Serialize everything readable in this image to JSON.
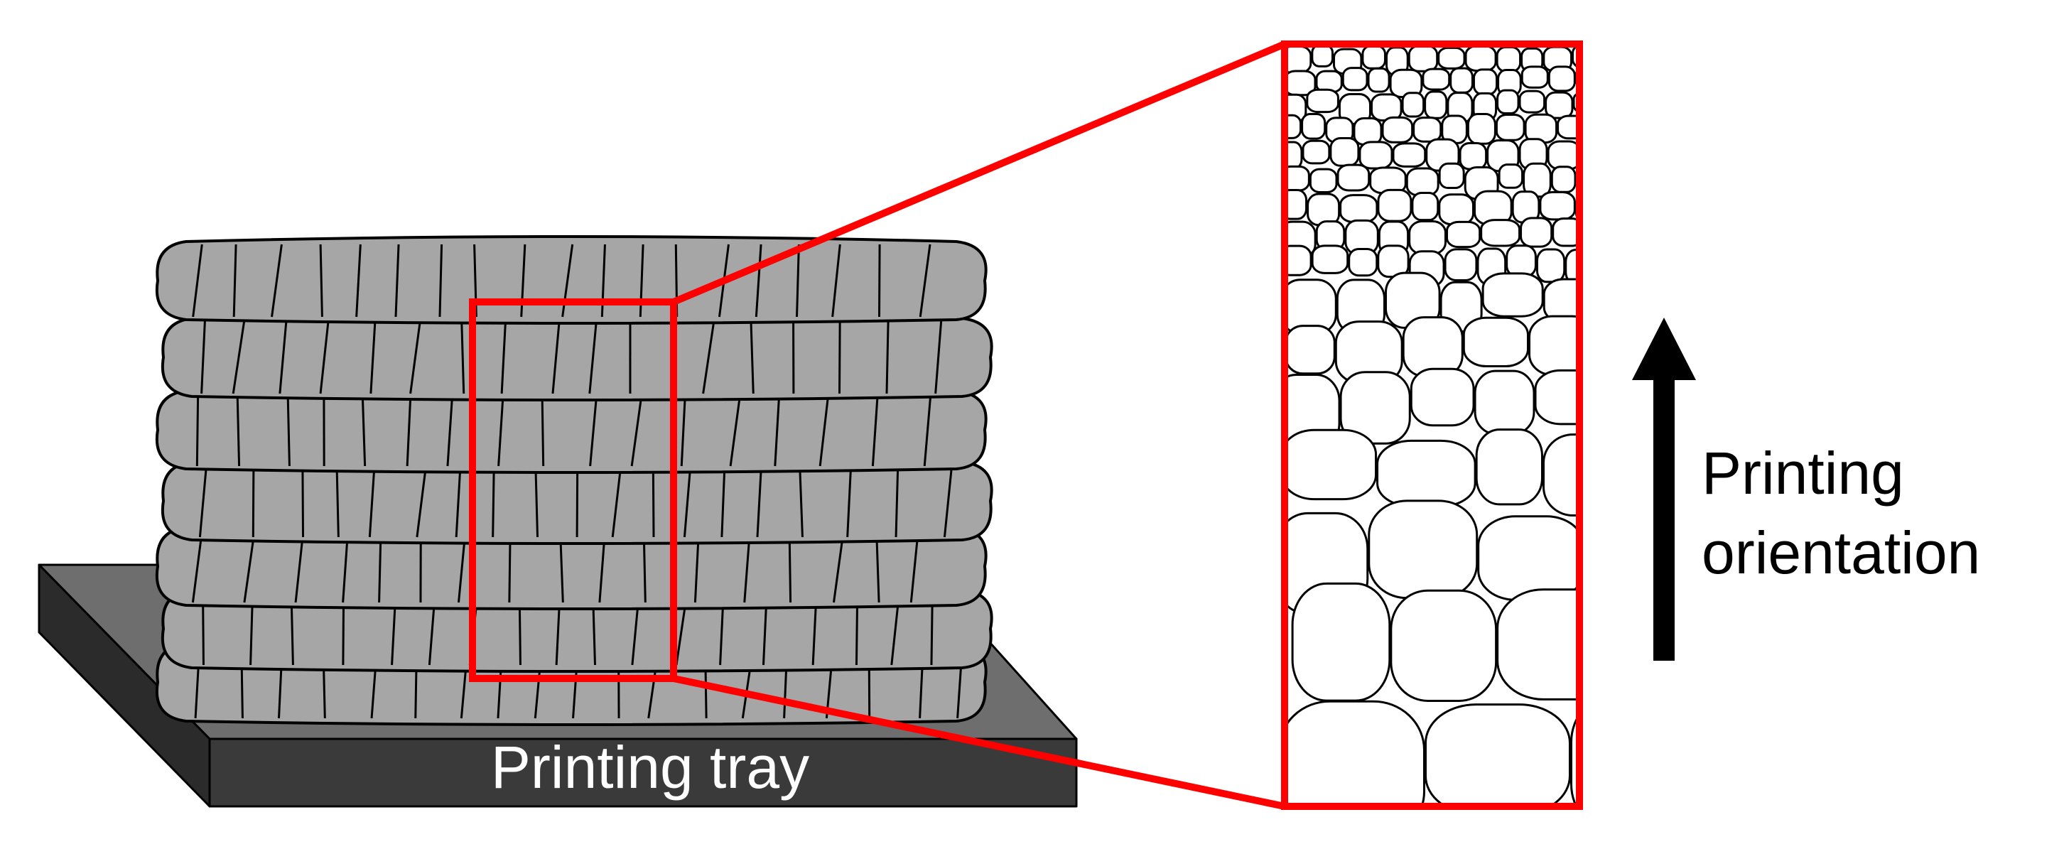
{
  "labels": {
    "tray": "Printing tray",
    "orientation_line1": "Printing",
    "orientation_line2": "orientation"
  },
  "colors": {
    "tray_top": "#6e6e6e",
    "tray_front": "#3a3a3a",
    "block_fill": "#a6a6a6",
    "outline": "#000000",
    "highlight": "#ff0000",
    "micro_fill": "#ffffff"
  },
  "elements": {
    "sample_block": "printed layered block with columnar grains",
    "zoom_box": "highlighted region",
    "inset": "microstructure inset: fine grains at top, coarse grains at bottom",
    "arrow": "upward arrow indicating printing orientation"
  }
}
